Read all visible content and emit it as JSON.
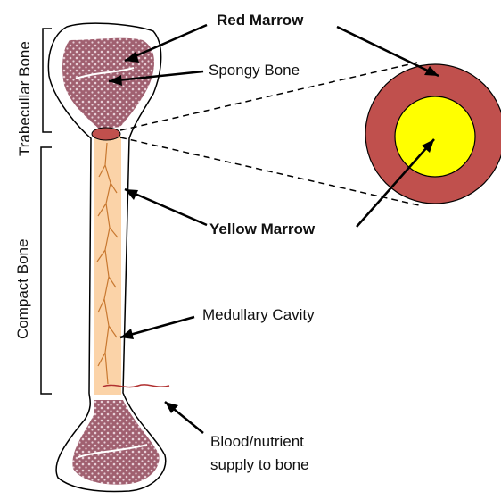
{
  "labels": {
    "trabecular_bone": "Trabecullar Bone",
    "compact_bone": "Compact Bone",
    "red_marrow": "Red Marrow",
    "spongy_bone": "Spongy Bone",
    "yellow_marrow": "Yellow Marrow",
    "medullary_cavity": "Medullary Cavity",
    "blood_line1": "Blood/nutrient",
    "blood_line2": "supply to bone"
  },
  "colors": {
    "spongy_fill": "#a06070",
    "spongy_dot": "#e8d0d8",
    "cavity_fill": "#fbd3a8",
    "vessel": "#c87830",
    "red_marrow": "#c0504d",
    "yellow_marrow": "#ffff00",
    "nutrient_vessel": "#b03030",
    "outline": "#000000"
  }
}
